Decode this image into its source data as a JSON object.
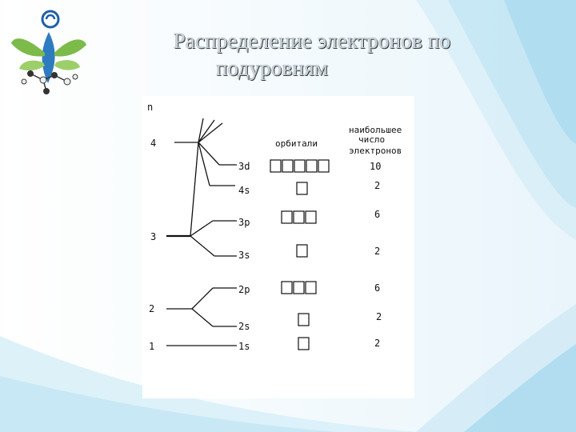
{
  "slide": {
    "title_line1": "Распределение электронов по",
    "title_line2": "подуровням"
  },
  "diagram": {
    "n_label": "n",
    "orbitals_header": "орбитали",
    "max_header": [
      "наибольшее",
      "число",
      "электронов"
    ],
    "levels": [
      {
        "label": "4"
      },
      {
        "label": "3"
      },
      {
        "label": "2"
      },
      {
        "label": "1"
      }
    ],
    "sublevels": [
      {
        "name": "3d",
        "orbitals": 5,
        "max_electrons": "10"
      },
      {
        "name": "4s",
        "orbitals": 1,
        "max_electrons": "2"
      },
      {
        "name": "3p",
        "orbitals": 3,
        "max_electrons": "6"
      },
      {
        "name": "3s",
        "orbitals": 1,
        "max_electrons": "2"
      },
      {
        "name": "2p",
        "orbitals": 3,
        "max_electrons": "6"
      },
      {
        "name": "2s",
        "orbitals": 1,
        "max_electrons": "2"
      },
      {
        "name": "1s",
        "orbitals": 1,
        "max_electrons": "2"
      }
    ]
  },
  "colors": {
    "title_fill": "#c8d4dc",
    "background_wave": "#9fd6ee",
    "leaf_green": "#7cba4a",
    "logo_blue": "#1f5fa8"
  }
}
